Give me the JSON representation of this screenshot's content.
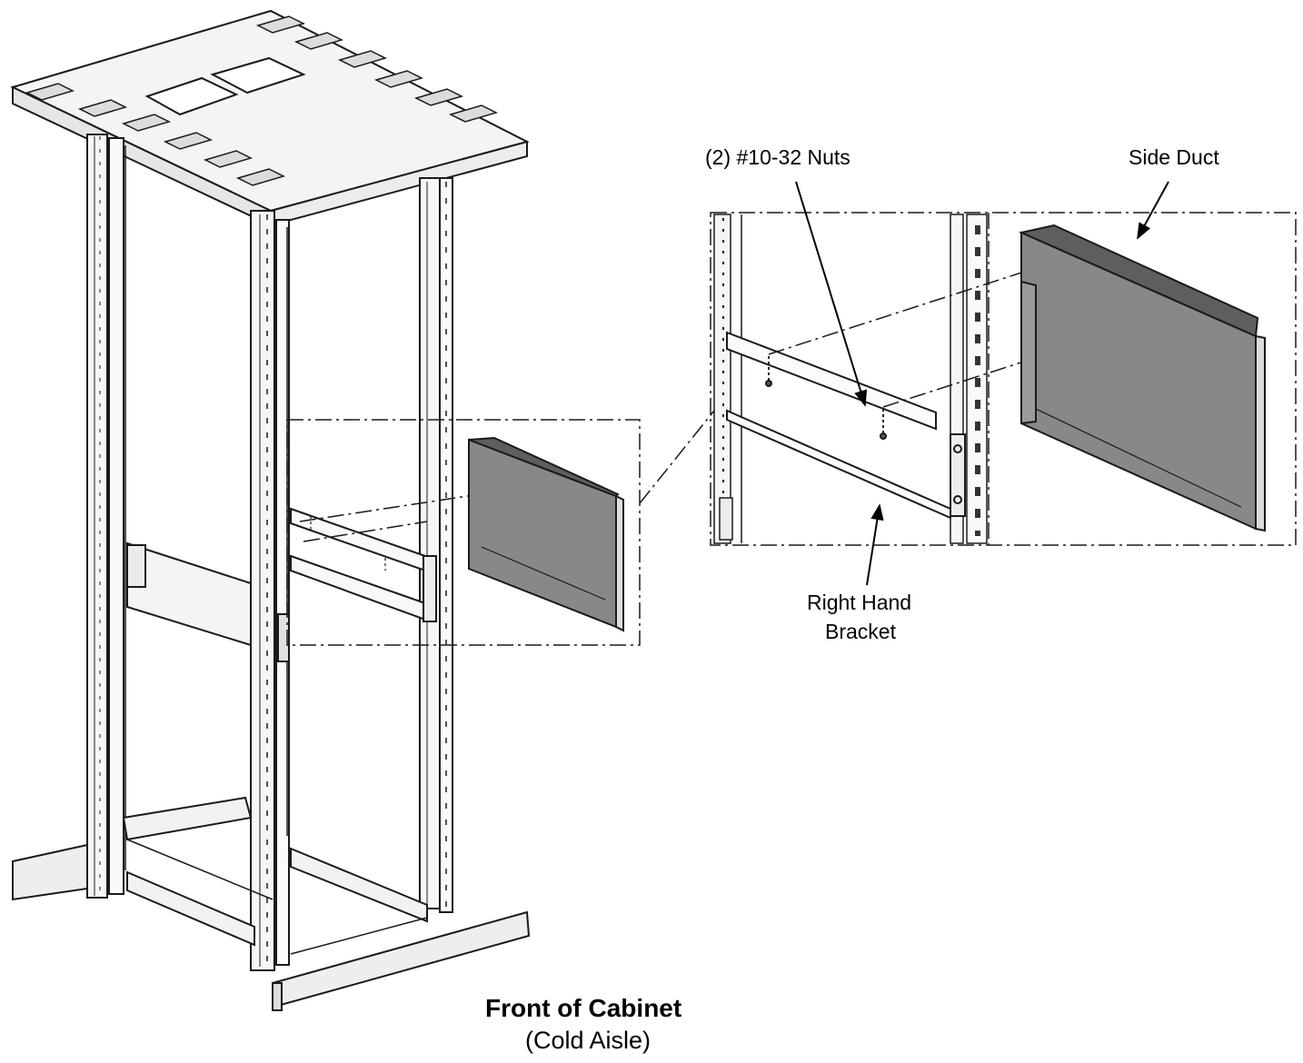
{
  "labels": {
    "nuts": "(2) #10-32 Nuts",
    "side_duct": "Side Duct",
    "bracket_line1": "Right Hand",
    "bracket_line2": "Bracket",
    "caption_title": "Front of Cabinet",
    "caption_subtitle": "(Cold Aisle)"
  },
  "colors": {
    "line": "#1a1a1a",
    "duct_fill": "#808080",
    "duct_dark": "#5a5a5a",
    "background": "#ffffff"
  }
}
